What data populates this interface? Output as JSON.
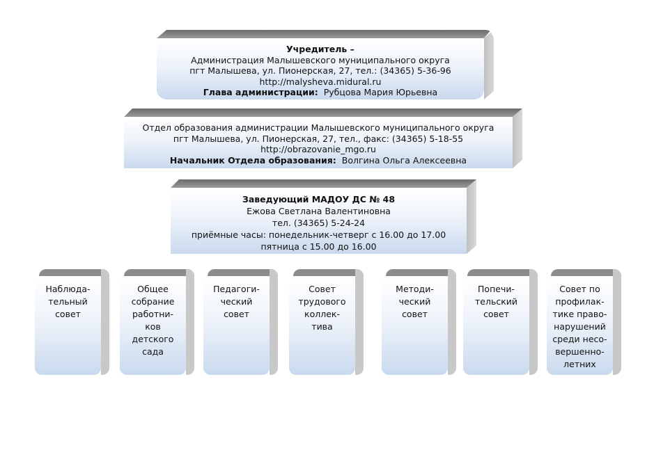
{
  "founder": {
    "title": "Учредитель –",
    "org": "Администрация Малышевского муниципального округа",
    "address": "пгт Малышева, ул. Пионерская, 27, тел.: (34365) 5-36-96",
    "url": "http://malysheva.midural.ru",
    "head_label": "Глава администрации:",
    "head_name": "Рубцова Мария Юрьевна"
  },
  "department": {
    "org": "Отдел образования администрации Малышевского муниципального округа",
    "address": "пгт Малышева, ул. Пионерская, 27, тел., факс: (34365) 5-18-55",
    "url": "http://obrazovanie_mgo.ru",
    "head_label": "Начальник Отдела образования:",
    "head_name": "Волгина Ольга Алексеевна"
  },
  "director": {
    "title": "Заведующий МАДОУ ДС № 48",
    "name": "Ежова Светлана Валентиновна",
    "phone": "тел. (34365) 5-24-24",
    "hours1": "приёмные часы: понедельник-четверг с 16.00 до 17.00",
    "hours2": "пятница с 15.00 до 16.00"
  },
  "councils": [
    {
      "lines": [
        "Наблюда-",
        "тельный",
        "совет"
      ]
    },
    {
      "lines": [
        "Общее",
        "собрание",
        "работни-",
        "ков",
        "детского",
        "сада"
      ]
    },
    {
      "lines": [
        "Педагоги-",
        "ческий",
        "совет"
      ]
    },
    {
      "lines": [
        "Совет",
        "трудового",
        "коллек-",
        "тива"
      ]
    },
    {
      "lines": [
        "Методи-",
        "ческий",
        "совет"
      ]
    },
    {
      "lines": [
        "Попечи-",
        "тельский",
        "совет"
      ]
    },
    {
      "lines": [
        "Совет по",
        "профилак-",
        "тике право-",
        "нарушений",
        "среди несо-",
        "вершенно-",
        "летних"
      ]
    }
  ]
}
